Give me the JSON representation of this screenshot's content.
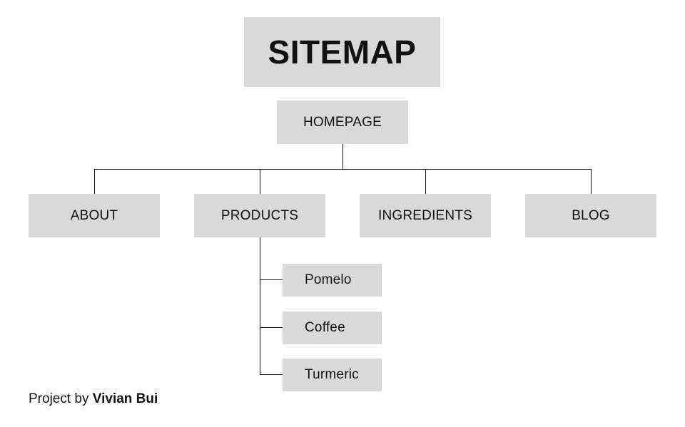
{
  "diagram": {
    "title": "SITEMAP",
    "root": "HOMEPAGE",
    "sections": [
      "ABOUT",
      "PRODUCTS",
      "INGREDIENTS",
      "BLOG"
    ],
    "products_children": [
      "Pomelo",
      "Coffee",
      "Turmeric"
    ]
  },
  "footer": {
    "prefix": "Project by",
    "author": "Vivian Bui"
  },
  "colors": {
    "box_fill": "#d9d9d9",
    "line": "#111111",
    "text": "#111111",
    "background": "#ffffff"
  }
}
